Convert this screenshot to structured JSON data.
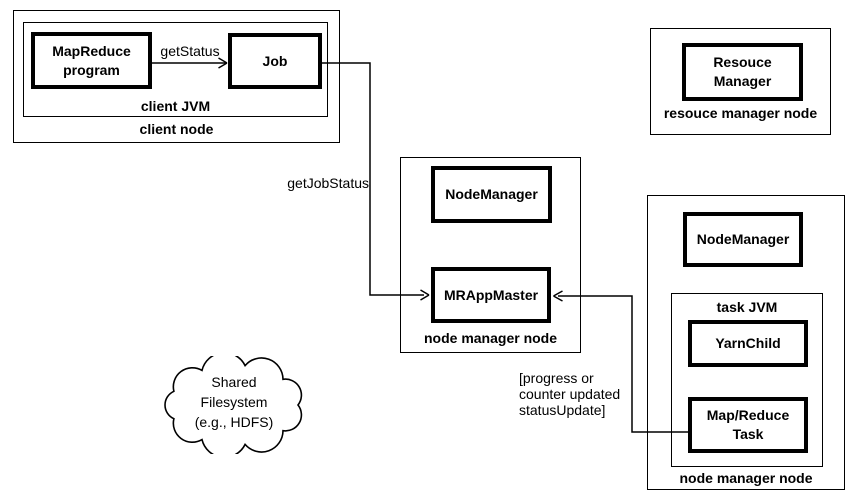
{
  "colors": {
    "stroke": "#000000",
    "background": "#ffffff"
  },
  "client_node": {
    "label": "client node",
    "client_jvm": {
      "label": "client JVM",
      "mapreduce_program": {
        "line1": "MapReduce",
        "line2": "program"
      },
      "job": {
        "label": "Job"
      }
    }
  },
  "resource_manager_node": {
    "label": "resouce manager node",
    "resource_manager": {
      "line1": "Resouce",
      "line2": "Manager"
    }
  },
  "node_manager_node_center": {
    "label": "node manager node",
    "node_manager": {
      "label": "NodeManager"
    },
    "mr_app_master": {
      "label": "MRAppMaster"
    }
  },
  "node_manager_node_right": {
    "label": "node manager node",
    "node_manager": {
      "label": "NodeManager"
    },
    "task_jvm": {
      "label": "task JVM",
      "yarn_child": {
        "label": "YarnChild"
      },
      "map_reduce_task": {
        "line1": "Map/Reduce",
        "line2": "Task"
      }
    }
  },
  "edges": {
    "get_status": {
      "label": "getStatus"
    },
    "get_job_status": {
      "label": "getJobStatus"
    },
    "status_update": {
      "line1": "[progress or",
      "line2": "counter updated",
      "line3": "statusUpdate]"
    }
  },
  "cloud": {
    "line1": "Shared",
    "line2": "Filesystem",
    "line3": "(e.g., HDFS)"
  }
}
